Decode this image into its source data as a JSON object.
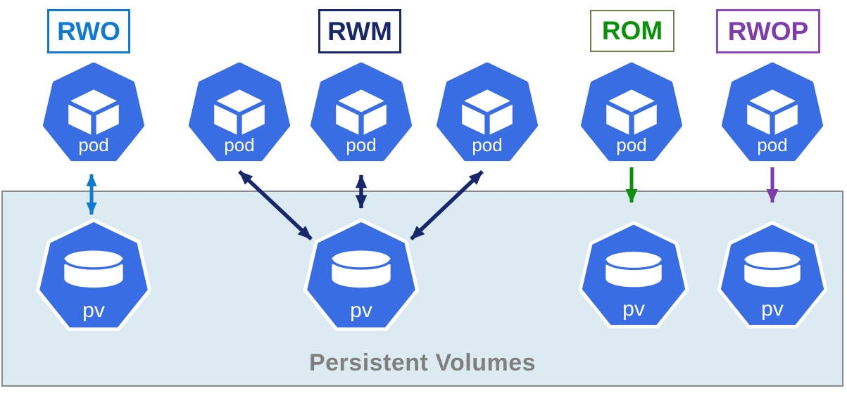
{
  "diagram": {
    "modes": [
      {
        "id": "rwo",
        "label": "RWO",
        "pods": 1,
        "arrow": "bidirectional"
      },
      {
        "id": "rwm",
        "label": "RWM",
        "pods": 3,
        "arrow": "bidirectional"
      },
      {
        "id": "rom",
        "label": "ROM",
        "pods": 1,
        "arrow": "down"
      },
      {
        "id": "rwop",
        "label": "RWOP",
        "pods": 1,
        "arrow": "down"
      }
    ],
    "pod_label": "pod",
    "pv_label": "pv",
    "panel_caption": "Persistent Volumes",
    "connections": [
      {
        "mode": "RWO",
        "from": "pod-1",
        "to": "pv-1",
        "bidirectional": true
      },
      {
        "mode": "RWM",
        "from": "pod-2",
        "to": "pv-2",
        "bidirectional": true
      },
      {
        "mode": "RWM",
        "from": "pod-3",
        "to": "pv-2",
        "bidirectional": true
      },
      {
        "mode": "RWM",
        "from": "pod-4",
        "to": "pv-2",
        "bidirectional": true
      },
      {
        "mode": "ROM",
        "from": "pod-5",
        "to": "pv-3",
        "bidirectional": false
      },
      {
        "mode": "RWOP",
        "from": "pod-6",
        "to": "pv-4",
        "bidirectional": false
      }
    ]
  },
  "colors": {
    "k8s_blue": "#386de4",
    "rwo": "#0f7ad1",
    "rwm": "#18266b",
    "rom_text": "#0a9009",
    "rom_border": "#70804f",
    "rwop_text": "#7d3cae",
    "rwop_border": "#8f46c0",
    "panel_bg": "#dcebf1",
    "panel_border": "#8a8a8a",
    "caption_text": "#7f7f7f"
  }
}
